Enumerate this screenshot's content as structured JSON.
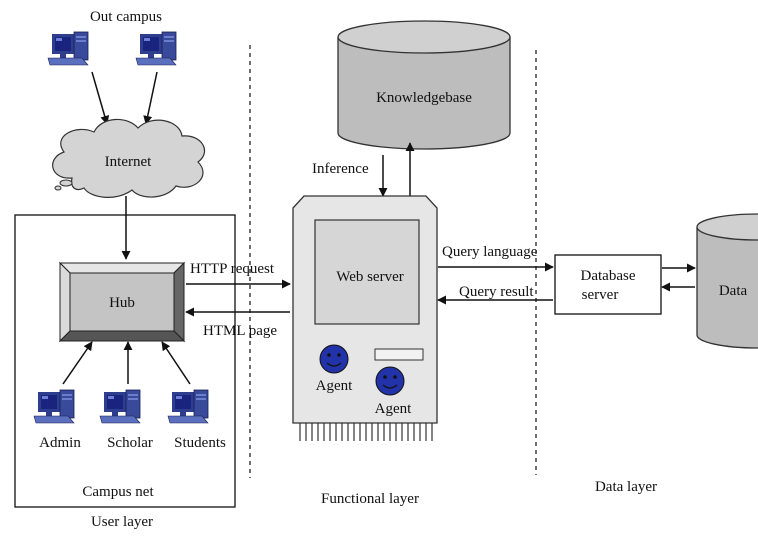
{
  "out_campus_label": "Out campus",
  "internet_label": "Internet",
  "hub_label": "Hub",
  "user_pcs": [
    "Admin",
    "Scholar",
    "Students"
  ],
  "campus_net_label": "Campus net",
  "user_layer_label": "User layer",
  "http_request_label": "HTTP request",
  "html_page_label": "HTML page",
  "knowledgebase_label": "Knowledgebase",
  "inference_label": "Inference",
  "web_server_label": "Web server",
  "agent_labels": [
    "Agent",
    "Agent"
  ],
  "functional_layer_label": "Functional layer",
  "query_language_label": "Query language",
  "query_result_label": "Query result",
  "database_server_label": [
    "Database",
    "server"
  ],
  "data_label": "Data",
  "data_layer_label": "Data layer",
  "colors": {
    "monitor_frame": "#2d3e8f",
    "monitor_screen": "#1a237e",
    "cylinder_fill": "#bdbdbd",
    "cloud_fill": "#d4d4d4",
    "hub_fill": "#c4c4c4",
    "server_fill": "#e6e6e6",
    "agent_fill": "#2233aa"
  }
}
